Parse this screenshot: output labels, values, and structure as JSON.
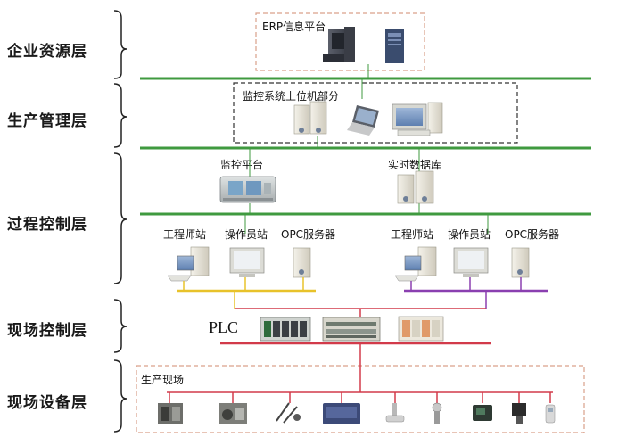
{
  "layers": [
    {
      "id": "enterprise",
      "label": "企业资源层"
    },
    {
      "id": "production",
      "label": "生产管理层"
    },
    {
      "id": "process",
      "label": "过程控制层"
    },
    {
      "id": "field_control",
      "label": "现场控制层"
    },
    {
      "id": "field_device",
      "label": "现场设备层"
    }
  ],
  "nodes": {
    "erp": "ERP信息平台",
    "monitor_upper": "监控系统上位机部分",
    "monitor_platform": "监控平台",
    "realtime_db": "实时数据库",
    "left_stations": {
      "engineer": "工程师站",
      "operator": "操作员站",
      "opc": "OPC服务器"
    },
    "right_stations": {
      "engineer": "工程师站",
      "operator": "操作员站",
      "opc": "OPC服务器"
    },
    "plc": "PLC",
    "field_site": "生产现场"
  },
  "colors": {
    "network_green": "#3f9a3f",
    "bus_yellow": "#e8c22a",
    "bus_purple": "#8a3fb0",
    "bus_red": "#d23a4a",
    "dashed_orange": "#d9a08a",
    "dashed_dark": "#333333",
    "bracket": "#222222"
  }
}
